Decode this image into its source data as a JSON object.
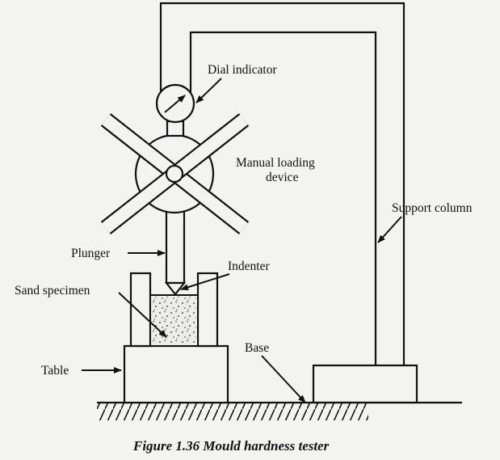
{
  "figure": {
    "caption": "Figure 1.36 Mould hardness tester",
    "labels": {
      "dial_indicator": "Dial indicator",
      "manual_loading_line1": "Manual loading",
      "manual_loading_line2": "device",
      "support_column": "Support column",
      "plunger": "Plunger",
      "indenter": "Indenter",
      "sand_specimen": "Sand specimen",
      "table": "Table",
      "base": "Base"
    }
  },
  "colors": {
    "ink": "#111111",
    "paper": "#f3f3f0"
  }
}
